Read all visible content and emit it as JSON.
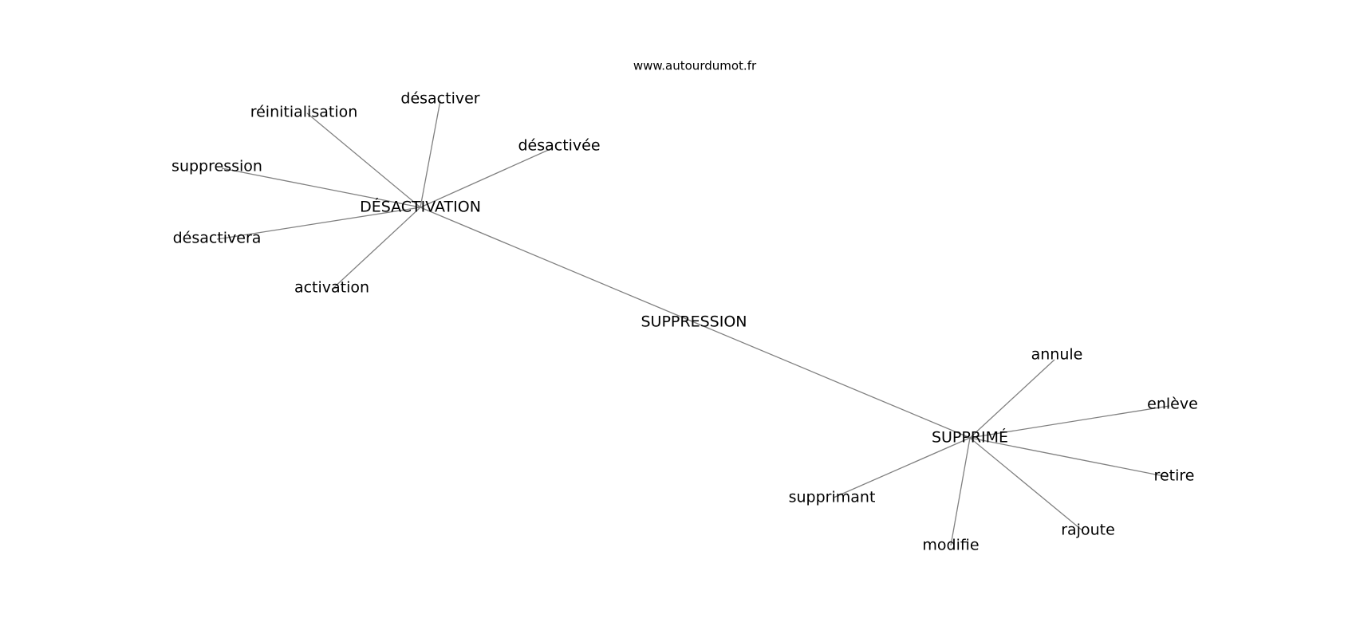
{
  "source": "www.autourdumot.fr",
  "graph": {
    "center": "SUPPRESSION",
    "hubs": [
      {
        "label": "DÉSACTIVATION",
        "neighbors": [
          "réinitialisation",
          "désactiver",
          "désactivée",
          "suppression",
          "désactivera",
          "activation"
        ]
      },
      {
        "label": "SUPPRIMÉ",
        "neighbors": [
          "annule",
          "enlève",
          "retire",
          "rajoute",
          "modifie",
          "supprimant"
        ]
      }
    ],
    "colors": {
      "edge": "#808080",
      "text": "#000000",
      "background": "#ffffff"
    }
  }
}
